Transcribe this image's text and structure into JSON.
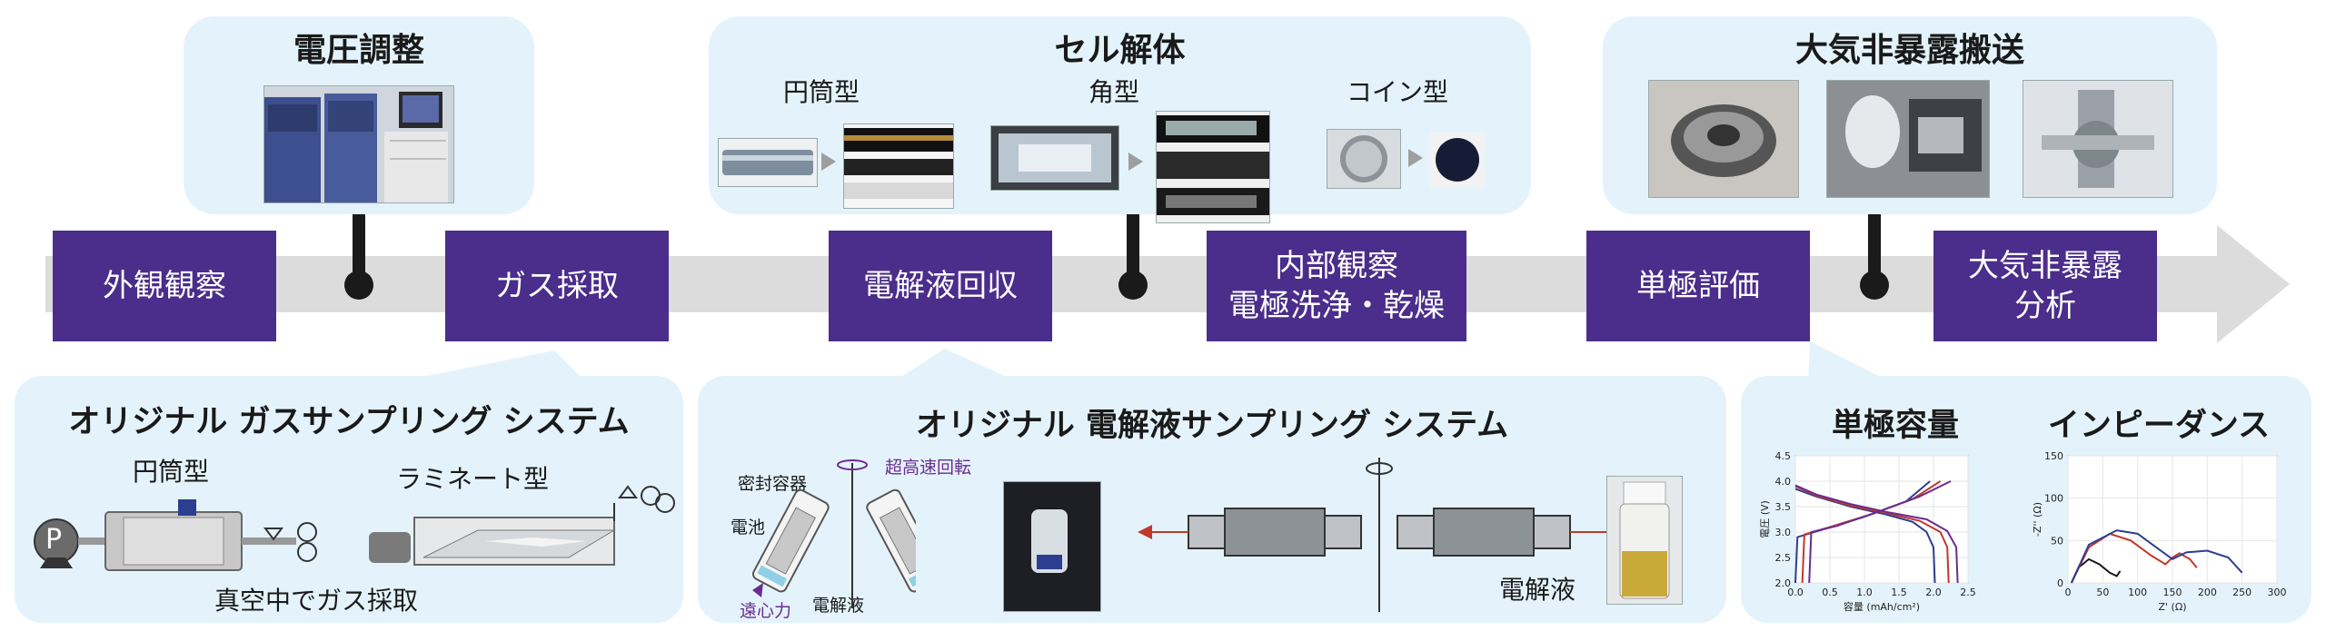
{
  "timeline_steps": [
    {
      "label": "外観観察"
    },
    {
      "label": "ガス採取"
    },
    {
      "label": "電解液回収"
    },
    {
      "label": "内部観察",
      "label2": "電極洗浄・乾燥"
    },
    {
      "label": "単極評価"
    },
    {
      "label": "大気非暴露",
      "label2": "分析"
    }
  ],
  "top_panels": {
    "voltage": {
      "title": "電圧調整"
    },
    "disassembly": {
      "title": "セル解体",
      "types": [
        "円筒型",
        "角型",
        "コイン型"
      ]
    },
    "transfer": {
      "title": "大気非暴露搬送"
    }
  },
  "bottom_panels": {
    "gas": {
      "title": "オリジナル ガスサンプリング システム",
      "cylinder_label": "円筒型",
      "laminate_label": "ラミネート型",
      "caption": "真空中でガス採取",
      "pump_letter": "P"
    },
    "electrolyte": {
      "title": "オリジナル 電解液サンプリング システム",
      "sealed_container": "密封容器",
      "high_speed": "超高速回転",
      "battery": "電池",
      "centrifugal": "遠心力",
      "electrolyte_small": "電解液",
      "electrolyte_label": "電解液"
    },
    "electrode": {
      "capacity_title": "単極容量",
      "impedance_title": "インピーダンス"
    }
  },
  "colors": {
    "step_fill": "#4b2d8b",
    "panel_fill": "#e4f3fb",
    "band": "#dcdcdc",
    "red": "#c0392b",
    "blue": "#2c3e90",
    "purple": "#6a2c91"
  },
  "chart_data": [
    {
      "type": "line",
      "title": "単極容量",
      "xlabel": "容量 (mAh/cm²)",
      "ylabel": "電圧 (V)",
      "xlim": [
        0,
        2.5
      ],
      "ylim": [
        2.0,
        4.5
      ],
      "xticks": [
        "0.0",
        "0.5",
        "1.0",
        "1.5",
        "2.0",
        "2.5"
      ],
      "yticks": [
        "2.0",
        "2.5",
        "3.0",
        "3.5",
        "4.0",
        "4.5"
      ],
      "series": [
        {
          "color": "#2c3e90",
          "x": [
            0,
            0.3,
            0.8,
            1.3,
            1.7,
            1.9,
            2.0,
            2.02
          ],
          "y": [
            3.85,
            3.7,
            3.5,
            3.35,
            3.2,
            3.0,
            2.7,
            2.0
          ]
        },
        {
          "color": "#c0392b",
          "x": [
            0,
            0.3,
            0.8,
            1.3,
            1.8,
            2.1,
            2.2,
            2.22
          ],
          "y": [
            3.9,
            3.72,
            3.52,
            3.38,
            3.22,
            3.0,
            2.7,
            2.0
          ]
        },
        {
          "color": "#6a2c91",
          "x": [
            0,
            0.3,
            0.8,
            1.3,
            1.9,
            2.2,
            2.33,
            2.35
          ],
          "y": [
            3.92,
            3.74,
            3.55,
            3.4,
            3.25,
            3.02,
            2.7,
            2.0
          ]
        },
        {
          "color": "#2c3e90",
          "x": [
            0,
            0.03,
            0.4,
            1.0,
            1.6,
            1.95
          ],
          "y": [
            2.0,
            2.9,
            3.05,
            3.3,
            3.6,
            4.0
          ]
        },
        {
          "color": "#c0392b",
          "x": [
            0.1,
            0.13,
            0.5,
            1.1,
            1.7,
            2.1
          ],
          "y": [
            2.0,
            2.95,
            3.1,
            3.35,
            3.65,
            4.0
          ]
        },
        {
          "color": "#6a2c91",
          "x": [
            0.2,
            0.23,
            0.6,
            1.2,
            1.8,
            2.25
          ],
          "y": [
            2.0,
            3.0,
            3.12,
            3.4,
            3.7,
            4.0
          ]
        }
      ]
    },
    {
      "type": "line",
      "title": "インピーダンス",
      "xlabel": "Z' (Ω)",
      "ylabel": "-Z'' (Ω)",
      "xlim": [
        0,
        300
      ],
      "ylim": [
        0,
        150
      ],
      "xticks": [
        "0",
        "50",
        "100",
        "150",
        "200",
        "250",
        "300"
      ],
      "yticks": [
        "0",
        "50",
        "100",
        "150"
      ],
      "series": [
        {
          "color": "#1a1a1a",
          "x": [
            5,
            15,
            30,
            45,
            60,
            70,
            75
          ],
          "y": [
            0,
            18,
            28,
            22,
            12,
            8,
            14
          ]
        },
        {
          "color": "#c0392b",
          "x": [
            5,
            30,
            60,
            90,
            120,
            140,
            150,
            160,
            175,
            185
          ],
          "y": [
            0,
            42,
            58,
            50,
            32,
            22,
            30,
            35,
            28,
            18
          ]
        },
        {
          "color": "#2c3e90",
          "x": [
            5,
            30,
            70,
            100,
            130,
            150,
            170,
            200,
            230,
            250
          ],
          "y": [
            0,
            45,
            62,
            58,
            40,
            28,
            36,
            38,
            30,
            12
          ]
        }
      ]
    }
  ]
}
